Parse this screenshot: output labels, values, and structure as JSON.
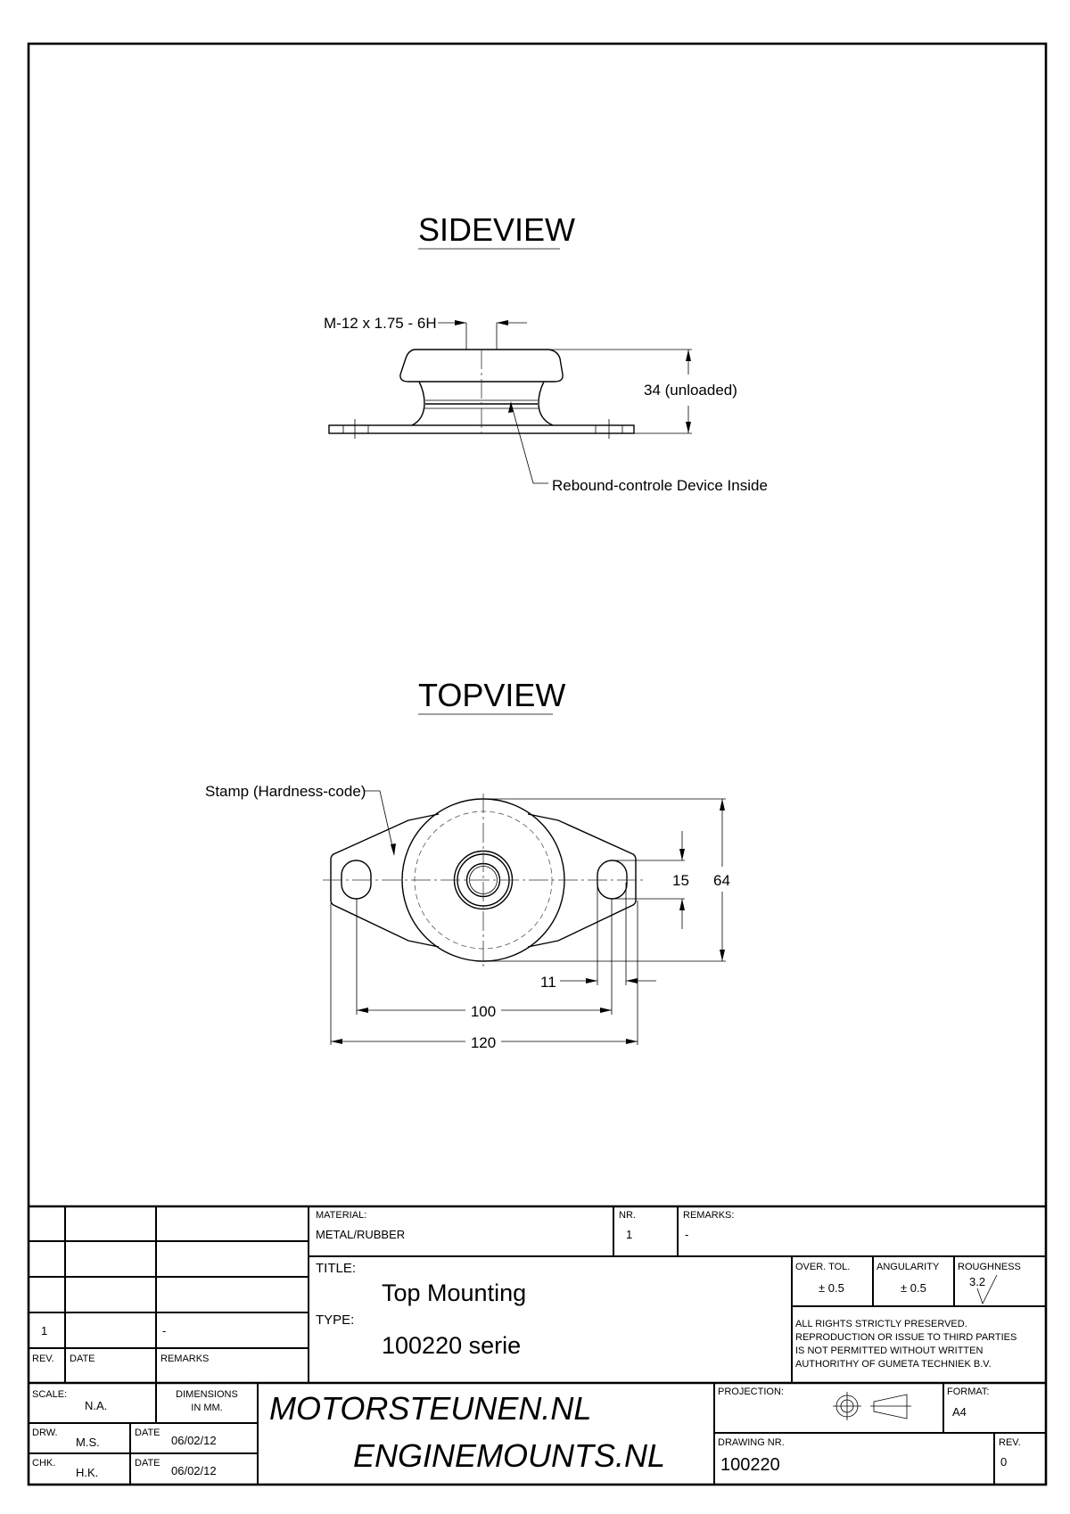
{
  "views": {
    "sideview": {
      "title": "SIDEVIEW",
      "thread_label": "M-12 x 1.75 - 6H",
      "height_label": "34 (unloaded)",
      "rebound_label": "Rebound-controle Device Inside"
    },
    "topview": {
      "title": "TOPVIEW",
      "stamp_label": "Stamp (Hardness-code)",
      "dim_15": "15",
      "dim_64": "64",
      "dim_11": "11",
      "dim_100": "100",
      "dim_120": "120"
    }
  },
  "title_block": {
    "material_label": "MATERIAL:",
    "material_value": "METAL/RUBBER",
    "nr_label": "NR.",
    "nr_value": "1",
    "remarks_label": "REMARKS:",
    "remarks_value": "-",
    "title_label": "TITLE:",
    "title_value": "Top Mounting",
    "type_label": "TYPE:",
    "type_value": "100220 serie",
    "over_tol_label": "OVER. TOL.",
    "over_tol_value": "± 0.5",
    "angularity_label": "ANGULARITY",
    "angularity_value": "± 0.5",
    "roughness_label": "ROUGHNESS",
    "roughness_value": "3.2",
    "rights": [
      "ALL RIGHTS STRICTLY PRESERVED.",
      "REPRODUCTION OR ISSUE TO THIRD PARTIES",
      "IS NOT PERMITTED WITHOUT WRITTEN",
      "AUTHORITHY OF GUMETA TECHNIEK B.V."
    ],
    "revision_table": {
      "headers": [
        "REV.",
        "DATE",
        "REMARKS"
      ],
      "rows": [
        [
          "1",
          "",
          "-"
        ]
      ]
    },
    "scale_label": "SCALE:",
    "scale_value": "N.A.",
    "dimensions_line1": "DIMENSIONS",
    "dimensions_line2": "IN MM.",
    "drw_label": "DRW.",
    "drw_value": "M.S.",
    "drw_date_label": "DATE",
    "drw_date_value": "06/02/12",
    "chk_label": "CHK.",
    "chk_value": "H.K.",
    "chk_date_label": "DATE",
    "chk_date_value": "06/02/12",
    "logo_line1": "MOTORSTEUNEN.NL",
    "logo_line2": "ENGINEMOUNTS.NL",
    "projection_label": "PROJECTION:",
    "format_label": "FORMAT:",
    "format_value": "A4",
    "drawing_nr_label": "DRAWING NR.",
    "drawing_nr_value": "100220",
    "rev_label": "REV.",
    "rev_value": "0"
  }
}
